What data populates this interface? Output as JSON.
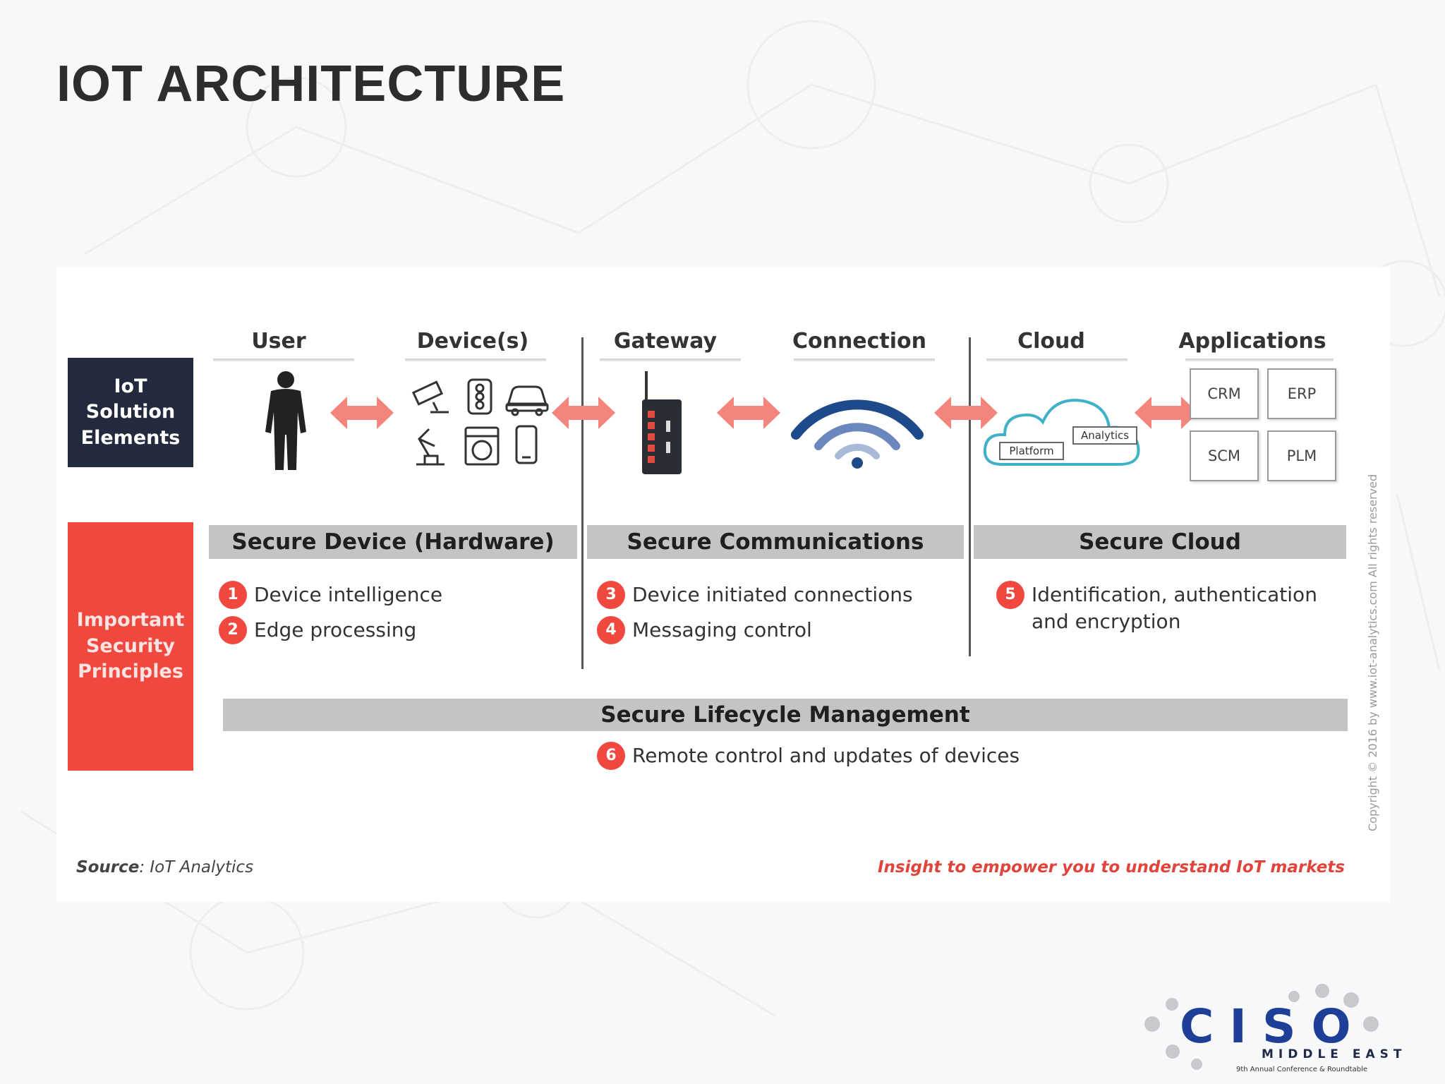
{
  "slide": {
    "title": "IOT ARCHITECTURE"
  },
  "diagram": {
    "columns": [
      {
        "label": "User"
      },
      {
        "label": "Device(s)"
      },
      {
        "label": "Gateway"
      },
      {
        "label": "Connection"
      },
      {
        "label": "Cloud"
      },
      {
        "label": "Applications"
      }
    ],
    "solution_box": {
      "label": "IoT Solution Elements",
      "color": "#232a3d"
    },
    "principles_box": {
      "label": "Important Security Principles",
      "color": "#f0473e"
    },
    "cloud": {
      "platform_label": "Platform",
      "analytics_label": "Analytics"
    },
    "applications": [
      "CRM",
      "ERP",
      "SCM",
      "PLM"
    ],
    "sections": [
      {
        "title": "Secure Device (Hardware)",
        "items": [
          {
            "num": "1",
            "text": "Device intelligence"
          },
          {
            "num": "2",
            "text": "Edge processing"
          }
        ]
      },
      {
        "title": "Secure Communications",
        "items": [
          {
            "num": "3",
            "text": "Device initiated connections"
          },
          {
            "num": "4",
            "text": "Messaging control"
          }
        ]
      },
      {
        "title": "Secure Cloud",
        "items": [
          {
            "num": "5",
            "text": "Identification, authentication and encryption"
          }
        ]
      }
    ],
    "lifecycle": {
      "title": "Secure Lifecycle Management",
      "item": {
        "num": "6",
        "text": "Remote control and updates of devices"
      }
    },
    "source_label": "Source",
    "source_value": ": IoT Analytics",
    "tagline": "Insight to empower you to understand IoT markets",
    "copyright": "Copyright © 2016 by www.iot-analytics.com All rights reserved",
    "accent_color": "#f0473e",
    "arrow_color": "#f4857c"
  },
  "logo": {
    "main": "CISO",
    "sub": "MIDDLE EAST",
    "small": "9th Annual Conference & Roundtable"
  }
}
